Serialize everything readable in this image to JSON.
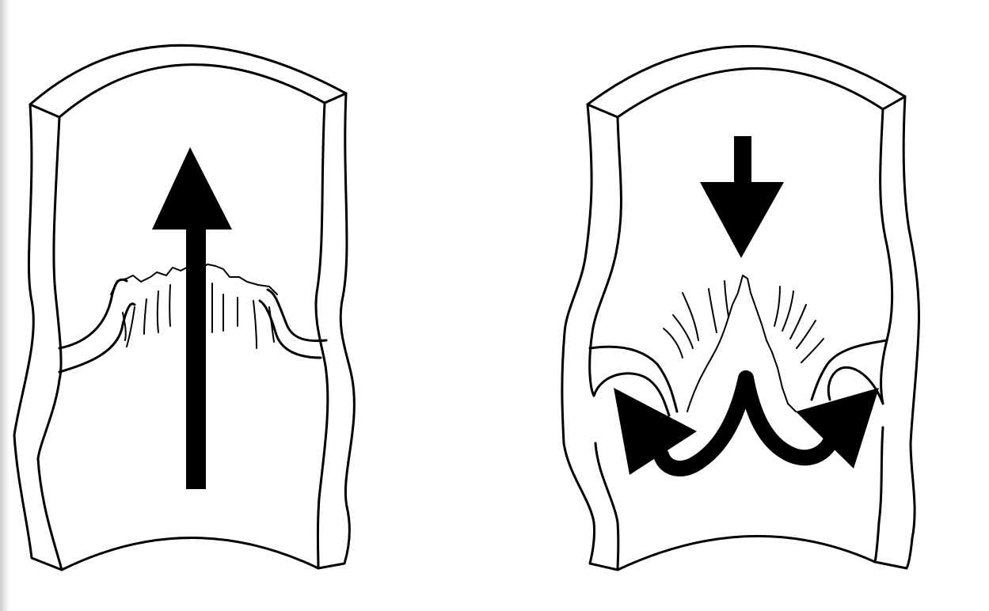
{
  "diagram": {
    "panels": [
      {
        "id": "left",
        "arrow_direction": "up"
      },
      {
        "id": "right",
        "arrow_direction": "down",
        "deflection_arrows": [
          "left",
          "right"
        ]
      }
    ],
    "colors": {
      "ink": "#000000",
      "paper": "#ffffff"
    }
  }
}
